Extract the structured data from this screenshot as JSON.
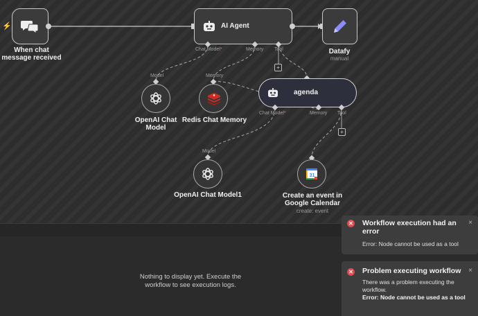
{
  "canvas": {
    "trigger": {
      "label": "When chat message received",
      "icon": "chat-bubbles-icon"
    },
    "ai_agent": {
      "title": "AI Agent",
      "icon": "robot-icon",
      "ports": {
        "chat_model": "Chat Model",
        "required_mark": "*",
        "memory": "Memory",
        "tool": "Tool"
      }
    },
    "datafy": {
      "label": "Datafy",
      "sublabel": "manual",
      "icon": "pencil-icon"
    },
    "openai_model": {
      "port": "Model",
      "label": "OpenAI Chat Model",
      "icon": "openai-icon"
    },
    "redis_memory": {
      "port": "Memory",
      "label": "Redis Chat Memory",
      "icon": "redis-icon"
    },
    "agenda": {
      "title": "agenda",
      "icon": "robot-icon",
      "ports": {
        "chat_model": "Chat Model",
        "required_mark": "*",
        "memory": "Memory",
        "tool": "Tool"
      }
    },
    "openai_model1": {
      "port": "Model",
      "label": "OpenAI Chat Model1",
      "icon": "openai-icon"
    },
    "gcal": {
      "label": "Create an event in Google Calendar",
      "sublabel": "create: event",
      "icon": "google-calendar-icon",
      "day": "31"
    },
    "plus": "+"
  },
  "logs": {
    "empty": "Nothing to display yet. Execute the workflow to see execution logs."
  },
  "toasts": [
    {
      "title": "Workflow execution had an error",
      "body": "Error: Node cannot be used as a tool",
      "close": "×"
    },
    {
      "title": "Problem executing workflow",
      "body": "There was a problem executing the workflow.",
      "body_bold": "Error: Node cannot be used as a tool",
      "close": "×"
    }
  ],
  "colors": {
    "accent": "#ff6d5a",
    "error": "#e5484d",
    "edge": "#bdbdbd",
    "pencil": "#8b8cf6",
    "redis": "#d82c20"
  }
}
